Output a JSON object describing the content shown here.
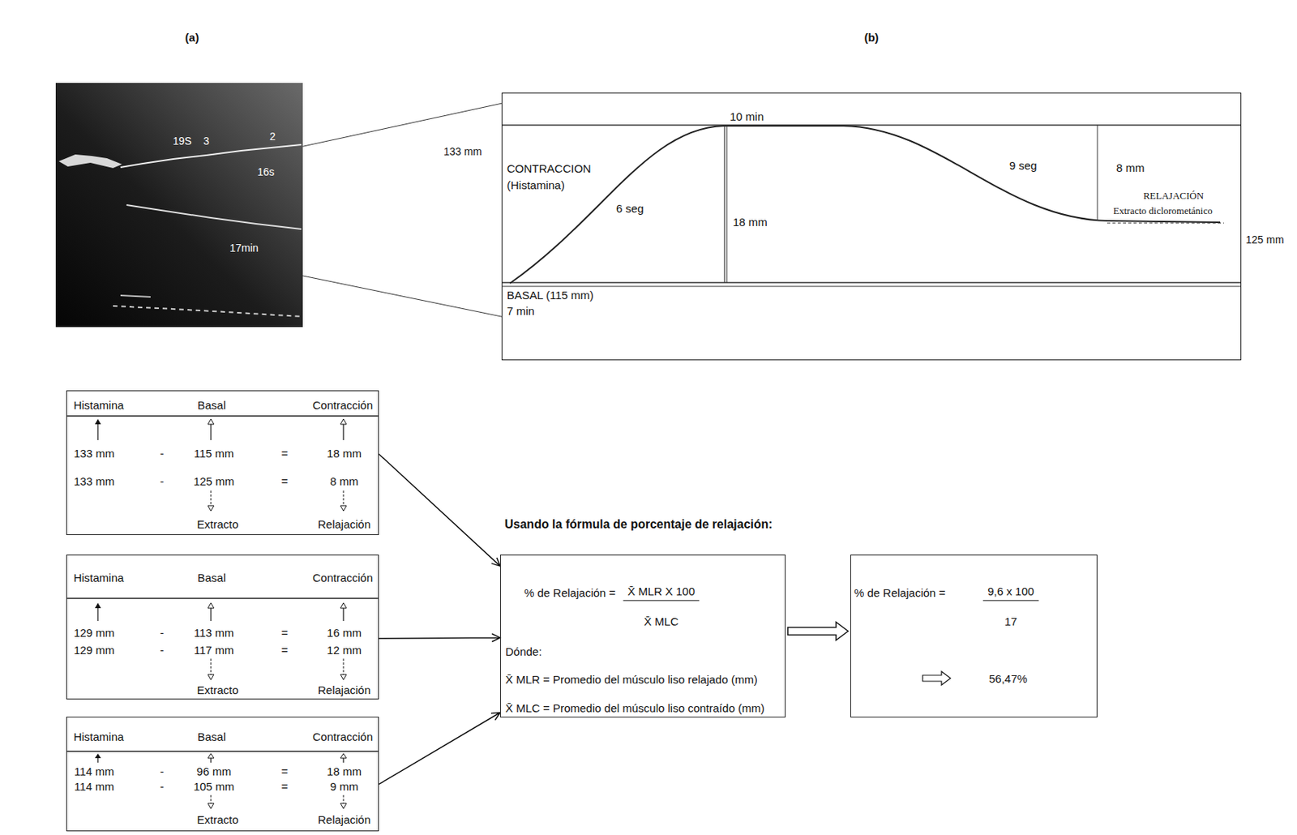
{
  "diagram": {
    "nodes": [
      {
        "text": [
          "19S",
          "3",
          "2",
          "16s",
          "17min"
        ]
      },
      {
        "text": [
          "10 min",
          "CONTRACCION",
          "(Histamina)",
          "6 seg",
          "18 mm",
          "9 seg",
          "8 mm",
          "RELAJACIÓN",
          "Extracto diclorometánico",
          "BASAL (115 mm)",
          "7 min"
        ]
      },
      {
        "text": [
          "Histamina",
          "Basal",
          "Contracción",
          "133 mm",
          "-",
          "115 mm",
          "=",
          "18 mm",
          "133 mm",
          "-",
          "125 mm",
          "=",
          "8 mm",
          "Extracto",
          "Relajación"
        ]
      },
      {
        "text": [
          "Histamina",
          "Basal",
          "Contracción",
          "129 mm",
          "-",
          "113 mm",
          "=",
          "16 mm",
          "129 mm",
          "-",
          "117 mm",
          "=",
          "12 mm",
          "Extracto",
          "Relajación"
        ]
      },
      {
        "text": [
          "Histamina",
          "Basal",
          "Contracción",
          "114 mm",
          "-",
          "96 mm",
          "=",
          "18 mm",
          "114 mm",
          "-",
          "105 mm",
          "=",
          "9 mm",
          "Extracto",
          "Relajación"
        ]
      },
      {
        "text": [
          "Usando la fórmula de porcentaje de relajación:",
          "% de Relajación =",
          "X̄ MLR X 100",
          "X̄ MLC",
          "Dónde:",
          "X̄ MLR = Promedio del músculo liso relajado (mm)",
          "X̄ MLC = Promedio del músculo liso contraído (mm)"
        ]
      },
      {
        "text": [
          "% de Relajación =",
          "9,6 x 100",
          "17",
          "56,47%"
        ]
      }
    ],
    "edges": [
      {
        "from": 0,
        "to": 1,
        "arrow": "none"
      },
      {
        "from": 0,
        "to": 1,
        "arrow": "none"
      },
      {
        "from": 2,
        "to": 5,
        "arrow": "to"
      },
      {
        "from": 3,
        "to": 5,
        "arrow": "to"
      },
      {
        "from": 4,
        "to": 5,
        "arrow": "to"
      },
      {
        "from": 5,
        "to": 6,
        "arrow": "to"
      }
    ],
    "labels": [
      "(a)",
      "(b)",
      "133 mm",
      "125 mm"
    ]
  }
}
